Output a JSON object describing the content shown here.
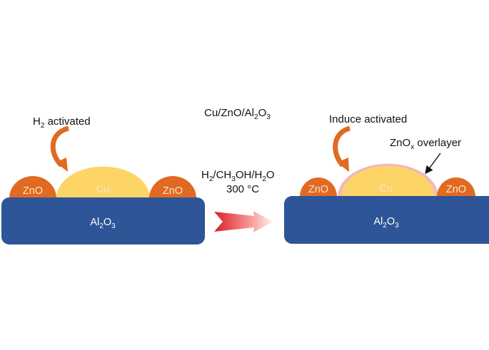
{
  "title": {
    "main": "Cu/ZnO/Al",
    "sub1": "2",
    "mid": "O",
    "sub2": "3"
  },
  "left_panel": {
    "activation_label": {
      "prefix": "H",
      "sub": "2",
      "rest": " activated"
    },
    "support": {
      "main": "Al",
      "sub1": "2",
      "mid": "O",
      "sub2": "3"
    },
    "particles": {
      "zno_left": "ZnO",
      "cu": "Cu",
      "zno_right": "ZnO"
    }
  },
  "right_panel": {
    "activation_label": "Induce activated",
    "overlayer_label": {
      "main": "ZnO",
      "sub": "x",
      "rest": " overlayer"
    },
    "support": {
      "main": "Al",
      "sub1": "2",
      "mid": "O",
      "sub2": "3"
    },
    "particles": {
      "zno_left": "ZnO",
      "cu": "Cu",
      "zno_right": "ZnO"
    }
  },
  "conditions": {
    "gas": {
      "p1": "H",
      "s1": "2",
      "p2": "/CH",
      "s2": "3",
      "p3": "OH/H",
      "s3": "2",
      "p4": "O"
    },
    "temperature": "300 °C"
  },
  "colors": {
    "support": "#2d5597",
    "zno": "#e06a22",
    "cu": "#fdd466",
    "arrow_orange": "#e06a22",
    "overlayer": "#f2b7c0",
    "reaction_arrow_start": "#d8202a",
    "reaction_arrow_end": "#ffd9c9"
  }
}
